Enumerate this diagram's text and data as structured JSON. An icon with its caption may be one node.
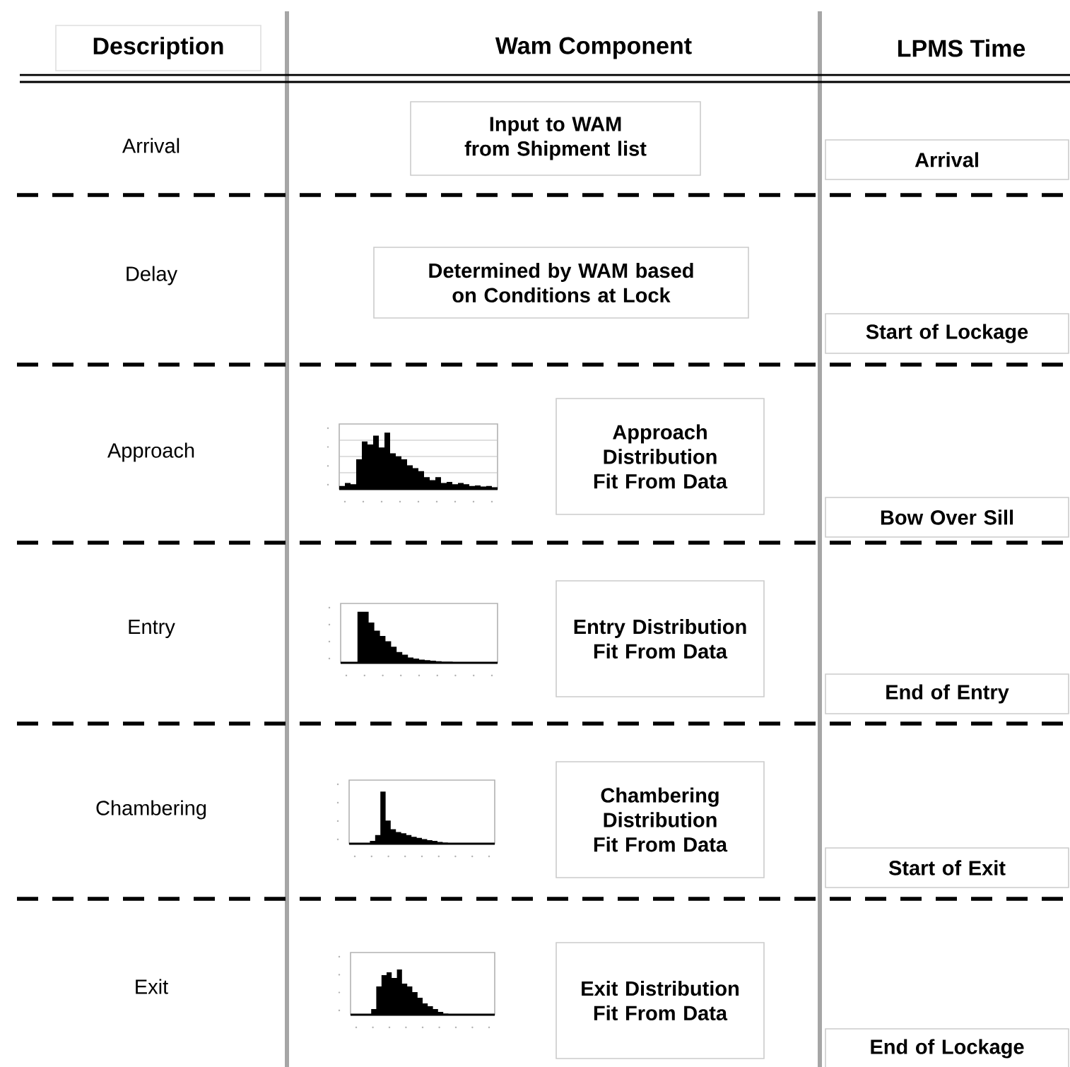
{
  "diagram": {
    "nodes": [
      {
        "text": [
          "Description"
        ]
      },
      {
        "text": [
          "Input to WAM from Shipment list"
        ]
      },
      {
        "text": [
          "Arrival"
        ]
      },
      {
        "text": [
          "Determined by WAM based on Conditions at Lock"
        ]
      },
      {
        "text": [
          "Start of Lockage"
        ]
      },
      {
        "text": [
          "Approach Distribution Fit From Data"
        ]
      },
      {
        "text": [
          "Bow Over Sill"
        ]
      },
      {
        "text": [
          "Entry Distribution Fit From Data"
        ]
      },
      {
        "text": [
          "End of Entry"
        ]
      },
      {
        "text": [
          "Chambering Distribution Fit From Data"
        ]
      },
      {
        "text": [
          "Start of Exit"
        ]
      },
      {
        "text": [
          "Exit Distribution Fit From Data"
        ]
      },
      {
        "text": [
          "End of Lockage"
        ]
      }
    ],
    "labels": [
      "Wam Component",
      "LPMS Time",
      "Arrival",
      "Delay",
      "Approach",
      "Entry",
      "Chambering",
      "Exit"
    ]
  }
}
